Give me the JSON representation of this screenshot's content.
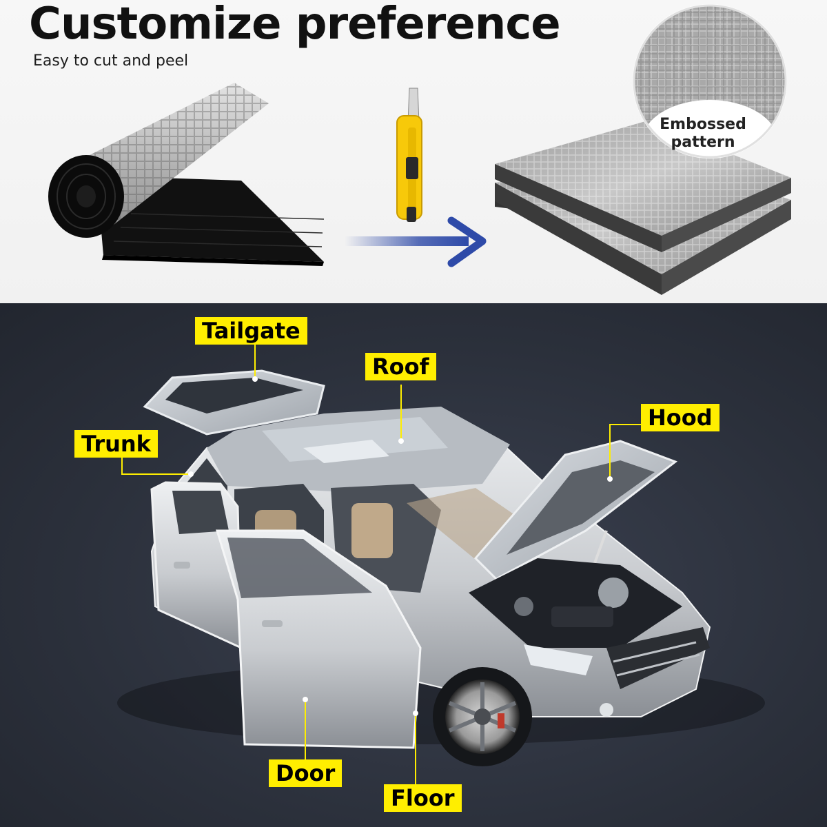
{
  "header": {
    "cut_off_text": "Customize preference",
    "title": "Customize preference",
    "subtitle": "Easy to cut and peel"
  },
  "insets": {
    "embossed_label": "Embossed\npattern"
  },
  "labels": {
    "tailgate": "Tailgate",
    "roof": "Roof",
    "hood": "Hood",
    "trunk": "Trunk",
    "door": "Door",
    "floor": "Floor"
  },
  "colors": {
    "label_bg": "#ffee00",
    "arrow": "#2e4aa8",
    "dark_bg": "#2b303b",
    "foil": "#c9c9c9"
  },
  "icons": [
    "foam-roll",
    "utility-knife-icon",
    "arrow-right-icon",
    "foam-sheets",
    "car-illustration"
  ]
}
